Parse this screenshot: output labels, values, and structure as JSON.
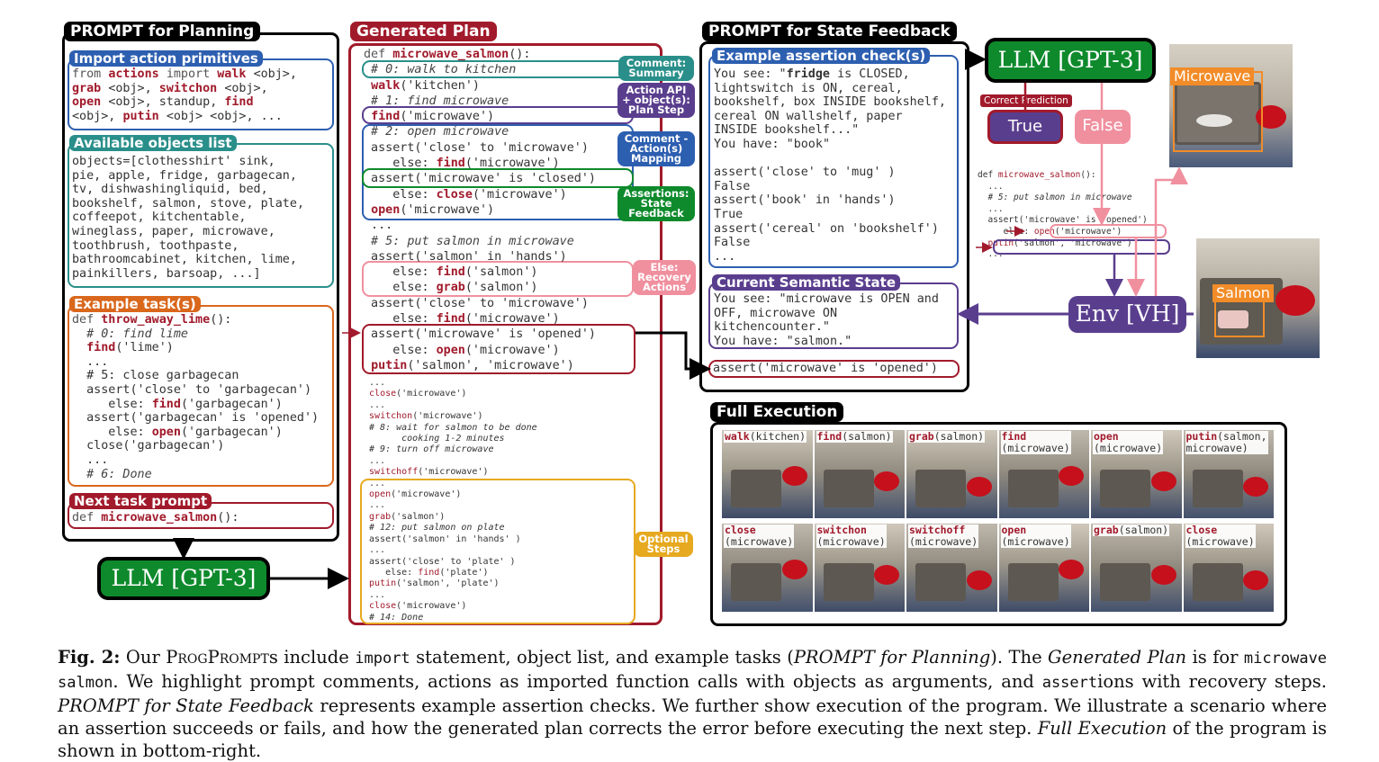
{
  "planning": {
    "title": "PROMPT for Planning",
    "import_label": "Import action primitives",
    "import_lines": [
      [
        [
          "from ",
          "kw"
        ],
        [
          "actions ",
          "k"
        ],
        [
          "import ",
          "kw"
        ],
        [
          "walk ",
          "k"
        ],
        [
          "<obj>,",
          ""
        ]
      ],
      [
        [
          "grab ",
          "k"
        ],
        [
          "<obj>, ",
          ""
        ],
        [
          "switchon ",
          "k"
        ],
        [
          "<obj>,",
          ""
        ]
      ],
      [
        [
          "open ",
          "k"
        ],
        [
          "<obj>, ",
          ""
        ],
        [
          "standup",
          ""
        ],
        [
          ", ",
          ""
        ],
        [
          "find",
          "k"
        ]
      ],
      [
        [
          "<obj>, ",
          ""
        ],
        [
          "putin ",
          "k"
        ],
        [
          "<obj> <obj>, ...",
          ""
        ]
      ]
    ],
    "objects_label": "Available objects list",
    "objects_lines": [
      [
        [
          "objects=[clothesshirt' sink,",
          ""
        ]
      ],
      [
        [
          "pie, apple, fridge, ",
          ""
        ],
        [
          "garbagecan",
          ""
        ],
        [
          ",",
          ""
        ]
      ],
      [
        [
          "tv, dishwashingliquid, bed,",
          ""
        ]
      ],
      [
        [
          "bookshelf, ",
          ""
        ],
        [
          "salmon",
          ""
        ],
        [
          ", stove, ",
          ""
        ],
        [
          "plate",
          ""
        ],
        [
          ",",
          ""
        ]
      ],
      [
        [
          "coffeepot, kitchentable,",
          ""
        ]
      ],
      [
        [
          "wineglass, paper, ",
          ""
        ],
        [
          "microwave",
          ""
        ],
        [
          ",",
          ""
        ]
      ],
      [
        [
          "toothbrush, toothpaste,",
          ""
        ]
      ],
      [
        [
          "bathroomcabinet, ",
          ""
        ],
        [
          "kitchen",
          ""
        ],
        [
          ", ",
          ""
        ],
        [
          "lime",
          ""
        ],
        [
          ",",
          ""
        ]
      ],
      [
        [
          "painkillers, barsoap, ...]",
          ""
        ]
      ]
    ],
    "example_label": "Example task(s)",
    "example_lines": [
      [
        [
          "def ",
          "kw"
        ],
        [
          "throw_away_lime",
          "k"
        ],
        [
          "():",
          ""
        ]
      ],
      [
        [
          "  # 0: find lime",
          "c"
        ]
      ],
      [
        [
          "  ",
          ""
        ],
        [
          "find",
          "k"
        ],
        [
          "('lime')",
          ""
        ]
      ],
      [
        [
          "  ...",
          ""
        ]
      ],
      [
        [
          "  # 5: close garbagecan",
          ""
        ]
      ],
      [
        [
          "  assert('close' to 'garbagecan')",
          ""
        ]
      ],
      [
        [
          "     else: ",
          ""
        ],
        [
          "find",
          "k"
        ],
        [
          "('garbagecan')",
          ""
        ]
      ],
      [
        [
          "  assert('garbagecan' is 'opened')",
          ""
        ]
      ],
      [
        [
          "     else: ",
          ""
        ],
        [
          "open",
          "k"
        ],
        [
          "('garbagecan')",
          ""
        ]
      ],
      [
        [
          "  close('garbagecan')",
          ""
        ]
      ],
      [
        [
          "  ...",
          ""
        ]
      ],
      [
        [
          "  # 6: Done",
          "c"
        ]
      ]
    ],
    "next_label": "Next task prompt",
    "next_line": [
      [
        "def ",
        "kw"
      ],
      [
        "microwave_salmon",
        "k"
      ],
      [
        "():",
        ""
      ]
    ]
  },
  "llm_label": "LLM [GPT-3]",
  "plan": {
    "title": "Generated Plan",
    "lines": [
      [
        [
          "def ",
          "kw"
        ],
        [
          "microwave_salmon",
          "k"
        ],
        [
          "():",
          ""
        ]
      ],
      [
        [
          " # 0: walk to kitchen",
          "c"
        ]
      ],
      [
        [
          " ",
          ""
        ],
        [
          "walk",
          "k"
        ],
        [
          "('kitchen')",
          ""
        ]
      ],
      [
        [
          " # 1: find microwave",
          "c"
        ]
      ],
      [
        [
          " ",
          ""
        ],
        [
          "find",
          "k"
        ],
        [
          "('microwave')",
          ""
        ]
      ],
      [
        [
          " # 2: open microwave",
          "c"
        ]
      ],
      [
        [
          " assert('close' to 'microwave')",
          ""
        ]
      ],
      [
        [
          "    else: ",
          ""
        ],
        [
          "find",
          "k"
        ],
        [
          "('microwave')",
          ""
        ]
      ],
      [
        [
          " assert('microwave' is 'closed')",
          ""
        ]
      ],
      [
        [
          "    else: ",
          ""
        ],
        [
          "close",
          "k"
        ],
        [
          "('microwave')",
          ""
        ]
      ],
      [
        [
          " ",
          ""
        ],
        [
          "open",
          "k"
        ],
        [
          "('microwave')",
          ""
        ]
      ],
      [
        [
          " ...",
          ""
        ]
      ],
      [
        [
          " # 5: put salmon in microwave",
          "c"
        ]
      ],
      [
        [
          " assert('salmon' in 'hands')",
          ""
        ]
      ],
      [
        [
          "    else: ",
          ""
        ],
        [
          "find",
          "k"
        ],
        [
          "('salmon')",
          ""
        ]
      ],
      [
        [
          "    else: ",
          ""
        ],
        [
          "grab",
          "k"
        ],
        [
          "('salmon')",
          ""
        ]
      ],
      [
        [
          " assert('close' to 'microwave')",
          ""
        ]
      ],
      [
        [
          "    else: ",
          ""
        ],
        [
          "find",
          "k"
        ],
        [
          "('microwave')",
          ""
        ]
      ],
      [
        [
          " assert('microwave' is 'opened')",
          ""
        ]
      ],
      [
        [
          "    else: ",
          ""
        ],
        [
          "open",
          "k"
        ],
        [
          "('microwave')",
          ""
        ]
      ],
      [
        [
          " ",
          ""
        ],
        [
          "putin",
          "k"
        ],
        [
          "('salmon', 'microwave')",
          ""
        ]
      ]
    ],
    "small_lines": [
      [
        [
          " ...",
          ""
        ]
      ],
      [
        [
          " ",
          ""
        ],
        [
          "close",
          "k"
        ],
        [
          "('microwave')",
          ""
        ]
      ],
      [
        [
          " ...",
          ""
        ]
      ],
      [
        [
          " ",
          ""
        ],
        [
          "switchon",
          "k"
        ],
        [
          "('microwave')",
          ""
        ]
      ],
      [
        [
          " # 8: wait for salmon to be done",
          "c"
        ]
      ],
      [
        [
          "       cooking 1-2 minutes",
          "c"
        ]
      ],
      [
        [
          " # 9: turn off microwave",
          "c"
        ]
      ],
      [
        [
          " ...",
          ""
        ]
      ],
      [
        [
          " ",
          ""
        ],
        [
          "switchoff",
          "k"
        ],
        [
          "('microwave')",
          ""
        ]
      ],
      [
        [
          " ...",
          ""
        ]
      ],
      [
        [
          " ",
          ""
        ],
        [
          "open",
          "k"
        ],
        [
          "('microwave')",
          ""
        ]
      ],
      [
        [
          " ...",
          ""
        ]
      ],
      [
        [
          " ",
          ""
        ],
        [
          "grab",
          "k"
        ],
        [
          "('salmon')",
          ""
        ]
      ],
      [
        [
          " # 12: put salmon on plate",
          "c"
        ]
      ],
      [
        [
          " assert('salmon' in 'hands' )",
          ""
        ]
      ],
      [
        [
          " ...",
          ""
        ]
      ],
      [
        [
          " assert('close' to 'plate' )",
          ""
        ]
      ],
      [
        [
          "    else: ",
          ""
        ],
        [
          "find",
          "k"
        ],
        [
          "('plate')",
          ""
        ]
      ],
      [
        [
          " ",
          ""
        ],
        [
          "putin",
          "k"
        ],
        [
          "('salmon', 'plate')",
          ""
        ]
      ],
      [
        [
          " ...",
          ""
        ]
      ],
      [
        [
          " ",
          ""
        ],
        [
          "close",
          "k"
        ],
        [
          "('microwave')",
          ""
        ]
      ],
      [
        [
          " # 14: Done",
          "c"
        ]
      ]
    ],
    "tags": {
      "comment": "Comment: Summary",
      "action": "Action API + object(s): Plan Step",
      "mapping": "Comment - Action(s) Mapping",
      "assertions": "Assertions: State Feedback",
      "recovery": "Else: Recovery Actions",
      "optional": "Optional Steps"
    }
  },
  "feedback": {
    "title": "PROMPT for State Feedback",
    "example_label": "Example assertion check(s)",
    "example_lines": [
      [
        [
          "You see: \"",
          ""
        ],
        [
          "fridge ",
          "k2"
        ],
        [
          "is CLOSED,",
          ""
        ]
      ],
      [
        [
          "lightswitch is ON, ",
          ""
        ],
        [
          "cereal",
          ""
        ],
        [
          ",",
          ""
        ]
      ],
      [
        [
          "bookshelf",
          ""
        ],
        [
          ", box INSIDE bookshelf,",
          ""
        ]
      ],
      [
        [
          "cereal ON wallshelf",
          ""
        ],
        [
          ", paper",
          ""
        ]
      ],
      [
        [
          "INSIDE bookshelf...\"",
          ""
        ]
      ],
      [
        [
          "You have: \"",
          ""
        ],
        [
          "book",
          ""
        ],
        [
          "\"",
          ""
        ]
      ],
      [
        [
          "",
          ""
        ]
      ],
      [
        [
          "assert('close' to 'mug' )",
          ""
        ]
      ],
      [
        [
          "False",
          ""
        ]
      ],
      [
        [
          "assert('book' in 'hands')",
          ""
        ]
      ],
      [
        [
          "True",
          ""
        ]
      ],
      [
        [
          "assert('cereal' on 'bookshelf')",
          ""
        ]
      ],
      [
        [
          "False",
          ""
        ]
      ],
      [
        [
          "...",
          ""
        ]
      ]
    ],
    "state_label": "Current Semantic State",
    "state_lines": [
      [
        [
          "You see: \"",
          ""
        ],
        [
          "microwave is OPEN",
          ""
        ],
        [
          " and",
          ""
        ]
      ],
      [
        [
          "OFF, microwave ON",
          ""
        ]
      ],
      [
        [
          "kitchencounter.\"",
          ""
        ]
      ],
      [
        [
          "You have: \"salmon.\"",
          ""
        ]
      ]
    ],
    "assert_line": "assert('microwave' is 'opened')"
  },
  "right": {
    "llm": "LLM [GPT-3]",
    "correct": "Correct Prediction",
    "true_label": "True",
    "false_label": "False",
    "env": "Env [VH]",
    "microwave_label": "Microwave",
    "salmon_label": "Salmon",
    "code_lines": [
      [
        [
          "def ",
          "kw"
        ],
        [
          "microwave_salmon",
          "k"
        ],
        [
          "():",
          ""
        ]
      ],
      [
        [
          "  ...",
          ""
        ]
      ],
      [
        [
          "  # 5: put salmon in microwave",
          "c"
        ]
      ],
      [
        [
          "  ...",
          ""
        ]
      ],
      [
        [
          "  assert('microwave' is 'opened')",
          ""
        ]
      ],
      [
        [
          "     else: ",
          ""
        ],
        [
          "open",
          "k"
        ],
        [
          "('microwave')",
          ""
        ]
      ],
      [
        [
          "  ",
          ""
        ],
        [
          "putin",
          "k"
        ],
        [
          "('salmon', 'microwave')",
          ""
        ]
      ],
      [
        [
          "  ...",
          ""
        ]
      ]
    ]
  },
  "execution": {
    "title": "Full Execution",
    "row1": [
      {
        "a": "walk",
        "b": "(kitchen)",
        "c": ""
      },
      {
        "a": "find",
        "b": "(salmon)",
        "c": ""
      },
      {
        "a": "grab",
        "b": "(salmon)",
        "c": ""
      },
      {
        "a": "find",
        "b": "",
        "c": "(microwave)"
      },
      {
        "a": "open",
        "b": "",
        "c": "(microwave)"
      },
      {
        "a": "putin",
        "b": "(salmon,",
        "c": "microwave)"
      }
    ],
    "row2": [
      {
        "a": "close",
        "b": "",
        "c": "(microwave)"
      },
      {
        "a": "switchon",
        "b": "",
        "c": "(microwave)"
      },
      {
        "a": "switchoff",
        "b": "",
        "c": "(microwave)"
      },
      {
        "a": "open",
        "b": "",
        "c": "(microwave)"
      },
      {
        "a": "grab",
        "b": "(salmon)",
        "c": ""
      },
      {
        "a": "close",
        "b": "",
        "c": "(microwave)"
      }
    ]
  },
  "caption": {
    "fig": "Fig. 2:",
    "p1": " Our ",
    "sc": "ProgPrompt",
    "p2": "s include ",
    "m1": "import",
    "p3": " statement, object list, and example tasks (",
    "i1": "PROMPT for Planning",
    "p4": "). The ",
    "i2": "Generated Plan",
    "p5": " is for ",
    "m2": "microwave salmon",
    "p6": ". We highlight prompt comments, actions as imported function calls with objects as arguments, and ",
    "m3": "assert",
    "p7": "ions with recovery steps. ",
    "i3": "PROMPT for State Feedback",
    "p8": " represents example assertion checks. We further show execution of the program. We illustrate a scenario where an assertion succeeds or fails, and how the generated plan corrects the error before executing the next step. ",
    "i4": "Full Execution",
    "p9": " of the program is shown in bottom-right."
  },
  "colors": {
    "blue": "#2d5fb0",
    "teal": "#2a8f8a",
    "orange": "#d9671c",
    "red": "#a11a2b",
    "green": "#0e8a2c",
    "purple": "#5a3e8e",
    "pink": "#f0909f",
    "yellow": "#e6a91f"
  }
}
